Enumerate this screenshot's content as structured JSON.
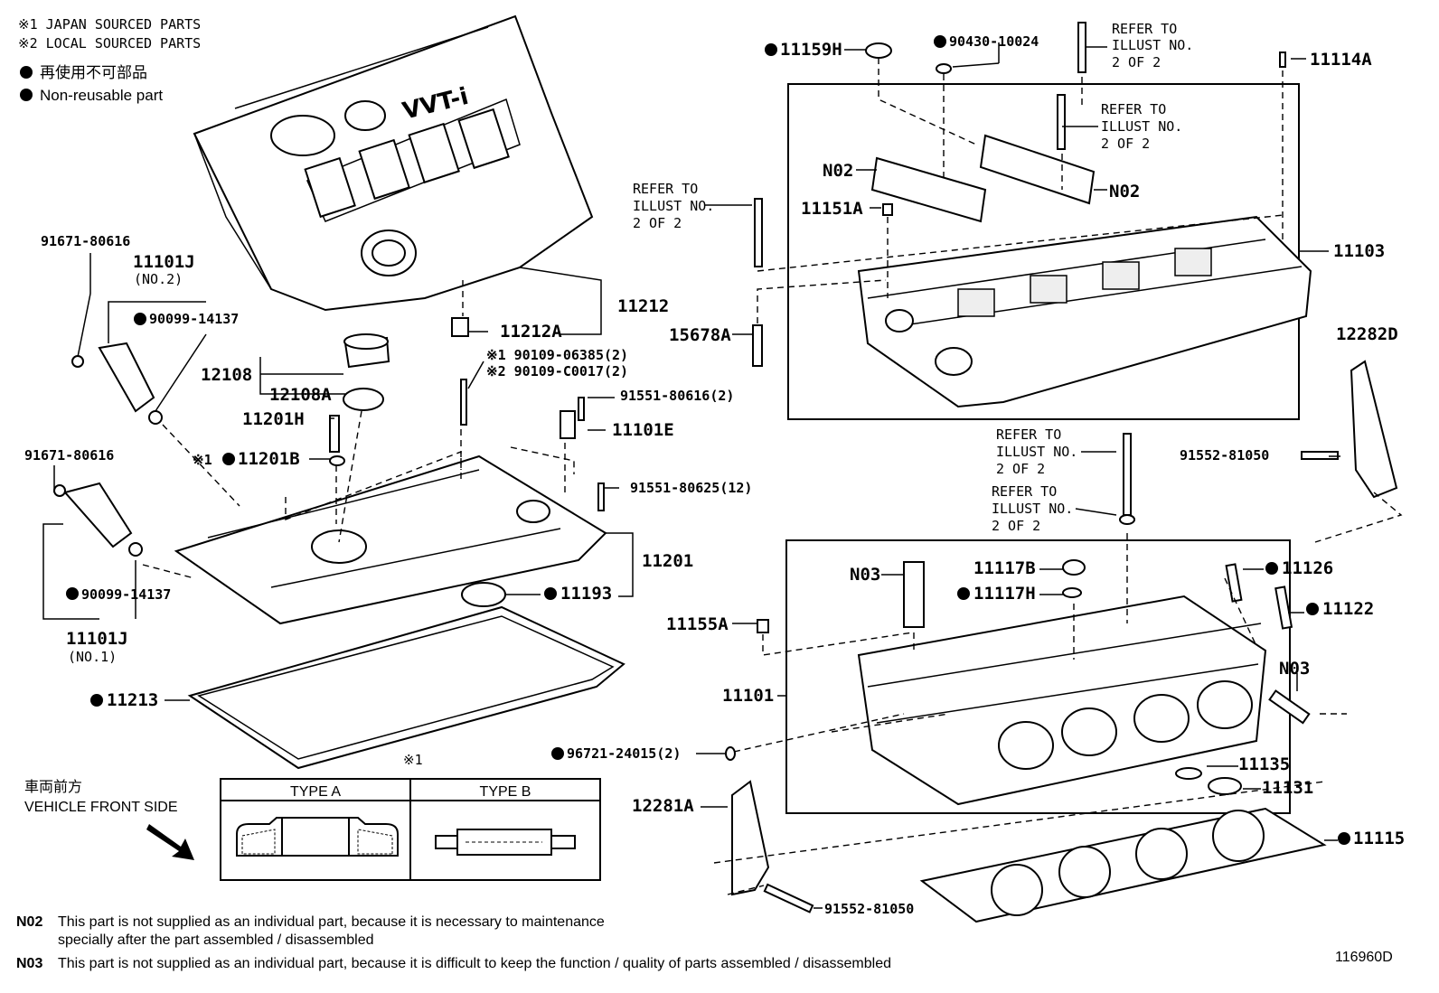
{
  "legend": {
    "japan": "※1  JAPAN SOURCED PARTS",
    "local": "※2  LOCAL SOURCED PARTS",
    "non_reusable_jp": "再使用不可部品",
    "non_reusable_en": "Non-reusable part"
  },
  "labels": {
    "p11159H": "11159H",
    "p90430": "90430-10024",
    "refer1": [
      "REFER TO",
      "ILLUST NO.",
      "2 OF 2"
    ],
    "refer2": [
      "REFER TO",
      "ILLUST NO.",
      "2 OF 2"
    ],
    "refer3": [
      "REFER TO",
      "ILLUST NO.",
      "2 OF 2"
    ],
    "refer4": [
      "REFER TO",
      "ILLUST NO.",
      "2 OF 2"
    ],
    "refer5": [
      "REFER TO",
      "ILLUST NO.",
      "2 OF 2"
    ],
    "p11114A": "11114A",
    "n02a": "N02",
    "n02b": "N02",
    "p11151A": "11151A",
    "p11103": "11103",
    "p15678A": "15678A",
    "p12282D": "12282D",
    "p91671a": "91671-80616",
    "p11101J2": "11101J",
    "no2": "(NO.2)",
    "p90099a": "90099-14137",
    "p11212": "11212",
    "p11212A": "11212A",
    "p90109a": "※1 90109-06385(2)",
    "p90109b": "※2 90109-C0017(2)",
    "p12108": "12108",
    "p12108A": "12108A",
    "p91551a": "91551-80616(2)",
    "p11201H": "11201H",
    "p11101E": "11101E",
    "p11201B_pre": "※1",
    "p11201B": "11201B",
    "p91551b": "91551-80625(12)",
    "p91552a": "91552-81050",
    "p91671b": "91671-80616",
    "p11201": "11201",
    "p90099b": "90099-14137",
    "p11193": "11193",
    "n03a": "N03",
    "p11117B": "11117B",
    "p11117H": "11117H",
    "p11126": "11126",
    "p11155A": "11155A",
    "p11122": "11122",
    "p11101J1": "11101J",
    "no1": "(NO.1)",
    "n03b": "N03",
    "p11101": "11101",
    "p11213": "11213",
    "p96721": "96721-24015(2)",
    "p11135": "11135",
    "p11131": "11131",
    "p12281A": "12281A",
    "p11115": "11115",
    "p91552b": "91552-81050",
    "brand": "VVT-i"
  },
  "front": {
    "jp": "車両前方",
    "en": "VEHICLE FRONT SIDE"
  },
  "types": {
    "mark": "※1",
    "a": "TYPE A",
    "b": "TYPE B"
  },
  "notes": {
    "n02_code": "N02",
    "n02_line1": "This part is not supplied as an individual part, because it is necessary to maintenance",
    "n02_line2": "specially after the part assembled / disassembled",
    "n03_code": "N03",
    "n03_line1": "This part is not supplied as an individual part, because it is difficult to keep the function / quality of parts  assembled / disassembled"
  },
  "diagram_id": "116960D"
}
